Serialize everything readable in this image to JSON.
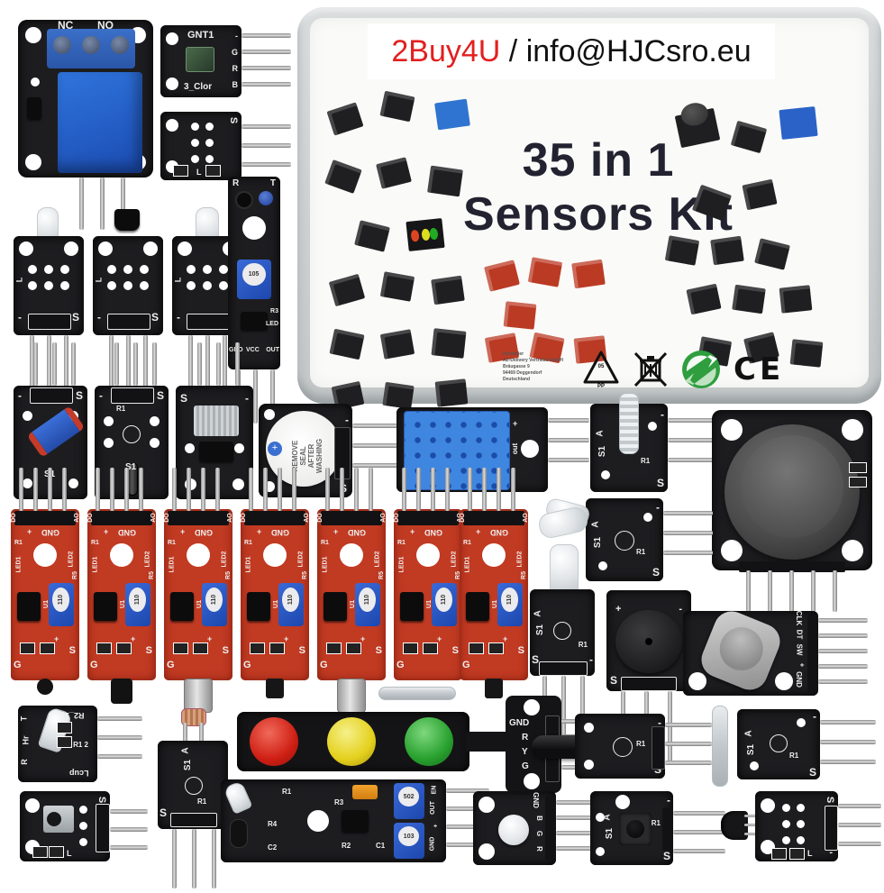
{
  "banner": {
    "seller": "2Buy4U",
    "sep": " / ",
    "email": "info@HJCsro.eu"
  },
  "box": {
    "title_line1": "35 in 1",
    "title_line2": "Sensors Kit",
    "manufacturer": [
      "Hersteller",
      "AZ-Delivery Vertriebs GmbH",
      "Bräugasse 9",
      "94469 Deggendorf",
      "Deutschland"
    ],
    "symbols": {
      "recycle_code": "05",
      "recycle_material": "PP",
      "ce": "CE"
    }
  },
  "modules": {
    "relay": {
      "nc": "NC",
      "no": "NO"
    },
    "rgb_led": {
      "top": "GNT1",
      "bottom": "3_Clor",
      "pin_labels": [
        "-",
        "G",
        "R",
        "B"
      ]
    },
    "ir_emitter_small": {
      "s": "S",
      "l": "L"
    },
    "temp_sensor": {
      "minus": "-",
      "s": "S",
      "l": "L"
    },
    "hall_sensor": {
      "minus": "-",
      "s": "S",
      "l": "L"
    },
    "two_color_led": {
      "minus": "-",
      "s": "S",
      "l": "L"
    },
    "tracking": {
      "r": "R",
      "t": "T",
      "trimmer": "105",
      "r3": "R3",
      "led": "LED",
      "gnd": "GND",
      "vcc": "VCC",
      "out": "OUT"
    },
    "tilt": {
      "minus": "-",
      "s": "S",
      "s1": "S1"
    },
    "shock": {
      "minus": "-",
      "s": "S",
      "s1": "S1",
      "r1": "R1"
    },
    "reed_plate": {
      "s": "S",
      "minus": "-"
    },
    "active_buzzer": {
      "seal1": "REMOVE",
      "seal2": "SEAL",
      "seal3": "AFTER",
      "seal4": "WASHING",
      "plus": "+",
      "s": "S",
      "minus": "-"
    },
    "dht11": {
      "pin_labels": [
        "+",
        "out",
        "-"
      ]
    },
    "linear_hall": {
      "a": "A",
      "s1": "S1",
      "r1": "R1",
      "s": "S",
      "minus": "-"
    },
    "magic_cup": {
      "a": "A",
      "s1": "S1",
      "r1": "R1",
      "s": "S",
      "minus": "-"
    },
    "red_analog": {
      "gnd": "GND",
      "plus": "+",
      "r1": "R1",
      "led1": "LED1",
      "led2": "LED2",
      "r5": "R5",
      "u1": "U1",
      "trimmer": "110",
      "do": "DO",
      "ao": "AO",
      "g": "G",
      "s": "S",
      "plus2": "+"
    },
    "seven_color_led": {
      "a": "A",
      "s1": "S1",
      "r1": "R1",
      "s": "S",
      "minus": "-"
    },
    "passive_buzzer": {
      "plus": "+",
      "minus": "-",
      "s": "S",
      "minus2": "-"
    },
    "rotary_encoder": {
      "pin_labels": [
        "CLK",
        "DT",
        "SW",
        "+",
        "GND"
      ]
    },
    "heartbeat": {
      "r": "R",
      "hr": "Hr",
      "t": "T",
      "r2_1": "R2_1",
      "r1_2": "R1 2",
      "lcup": "Lcup"
    },
    "ir_receiver": {
      "s": "S",
      "l": "L"
    },
    "photoresistor": {
      "a": "A",
      "s1": "S1",
      "r1": "R1",
      "s": "S",
      "minus": "-"
    },
    "traffic_light": {
      "pin_labels": [
        "GND",
        "R",
        "Y",
        "G"
      ]
    },
    "obstacle": {
      "r1": "R1",
      "r3": "R3",
      "r4": "R4",
      "c2": "C2",
      "r2": "R2",
      "c1": "C1",
      "trim1": "502",
      "trim2": "103",
      "pin_labels": [
        "EN",
        "OUT",
        "+",
        "GND"
      ]
    },
    "vibration": {
      "r1": "R1",
      "s": "S",
      "minus": "-"
    },
    "reed_switch": {
      "a": "A",
      "s1": "S1",
      "r1": "R1",
      "s": "S",
      "minus": "-"
    },
    "rgb_smd": {
      "pin_labels": [
        "GND",
        "B",
        "G",
        "R"
      ]
    },
    "button": {
      "a": "A",
      "s1": "S1",
      "r1": "R1",
      "s": "S",
      "minus": "-"
    },
    "hall_to92": {
      "s": "S",
      "minus": "-",
      "l": "L"
    }
  }
}
